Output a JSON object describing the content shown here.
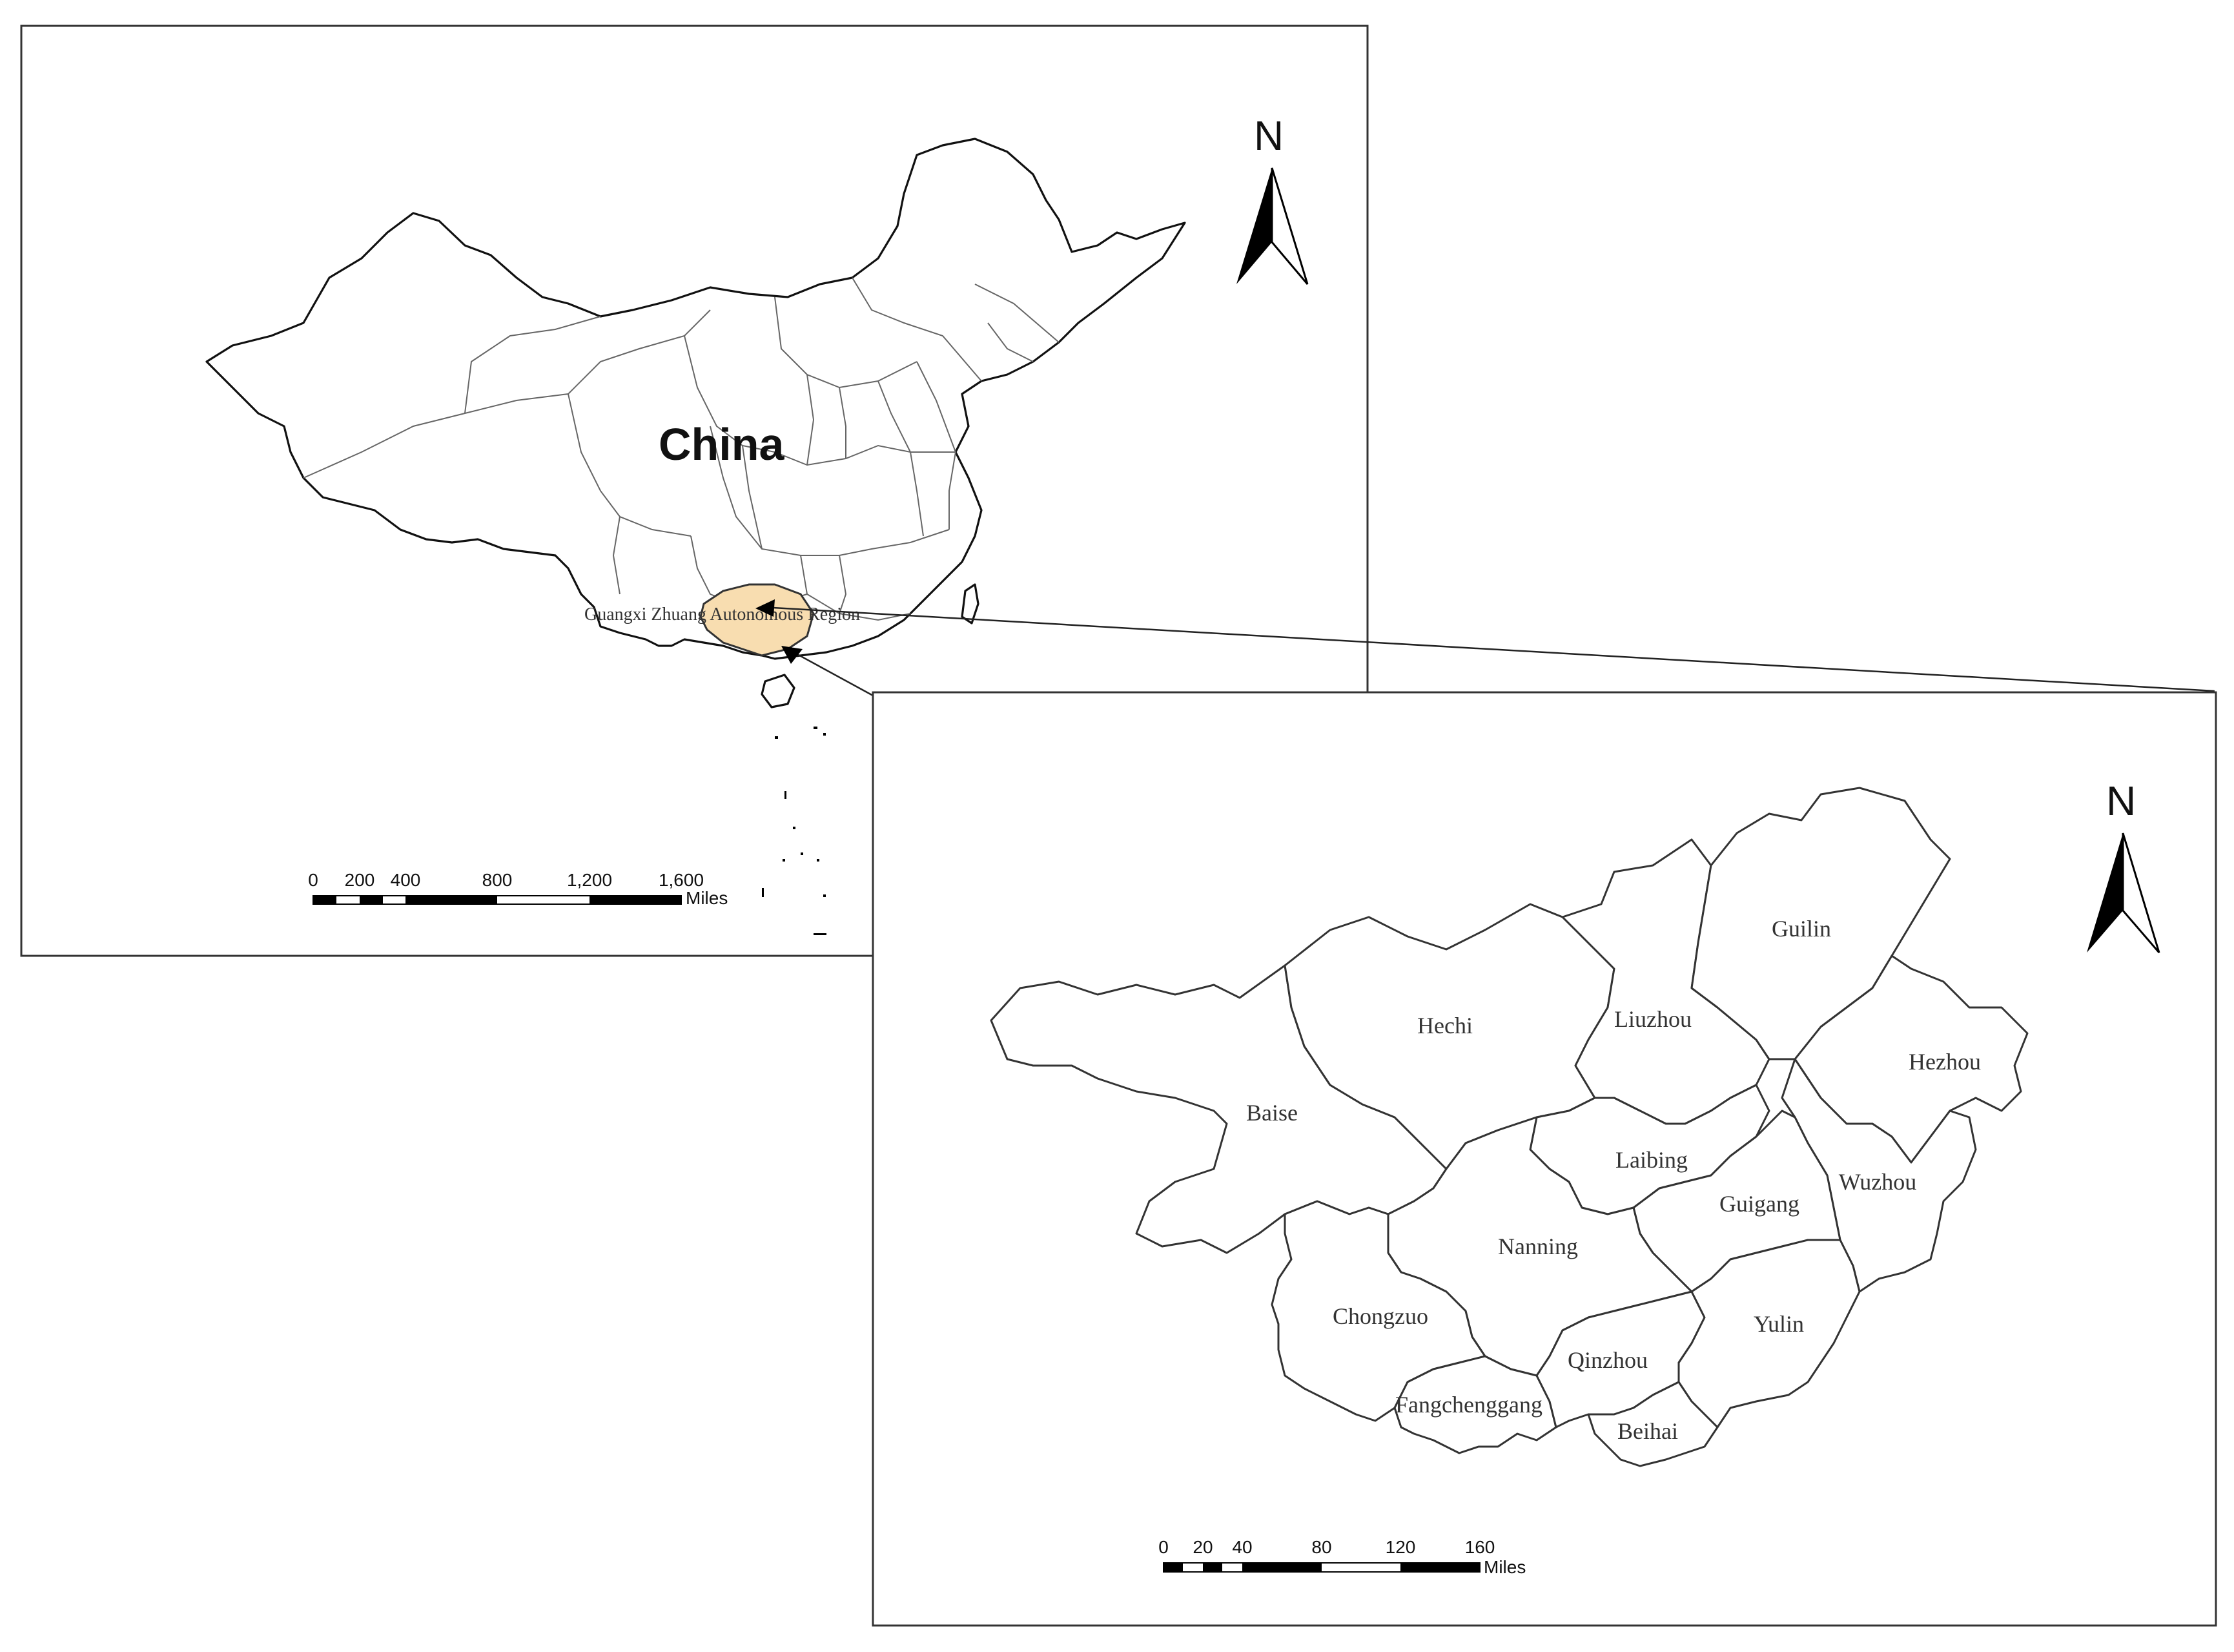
{
  "overview_map": {
    "country_label": "China",
    "region_label": "Guangxi Zhuang Autonomous Region",
    "north_label": "N",
    "scale_ticks": [
      "0",
      "200",
      "400",
      "800",
      "1,200",
      "1,600"
    ],
    "scale_unit": "Miles"
  },
  "detail_map": {
    "north_label": "N",
    "cities": [
      "Guilin",
      "Hechi",
      "Liuzhou",
      "Hezhou",
      "Baise",
      "Laibing",
      "Wuzhou",
      "Guigang",
      "Nanning",
      "Chongzuo",
      "Yulin",
      "Qinzhou",
      "Fangchenggang",
      "Beihai"
    ],
    "scale_ticks": [
      "0",
      "20",
      "40",
      "80",
      "120",
      "160"
    ],
    "scale_unit": "Miles"
  },
  "colors": {
    "highlight": "#f8ddb0",
    "boundary": "#333333"
  }
}
